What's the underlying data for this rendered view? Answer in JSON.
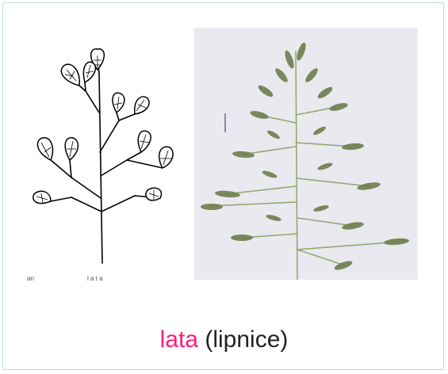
{
  "illustration": {
    "label_left": "an",
    "label_center": "l a t a"
  },
  "caption": {
    "highlight": "lata",
    "rest": " (lipnice)"
  },
  "colors": {
    "frame_border": "#b9dfe0",
    "caption_highlight": "#ff1a7a",
    "caption_text": "#222222",
    "photo_background": "#e9e9ef",
    "stem_green": "#8fa66d",
    "spikelet_green": "#6f7d4d"
  }
}
